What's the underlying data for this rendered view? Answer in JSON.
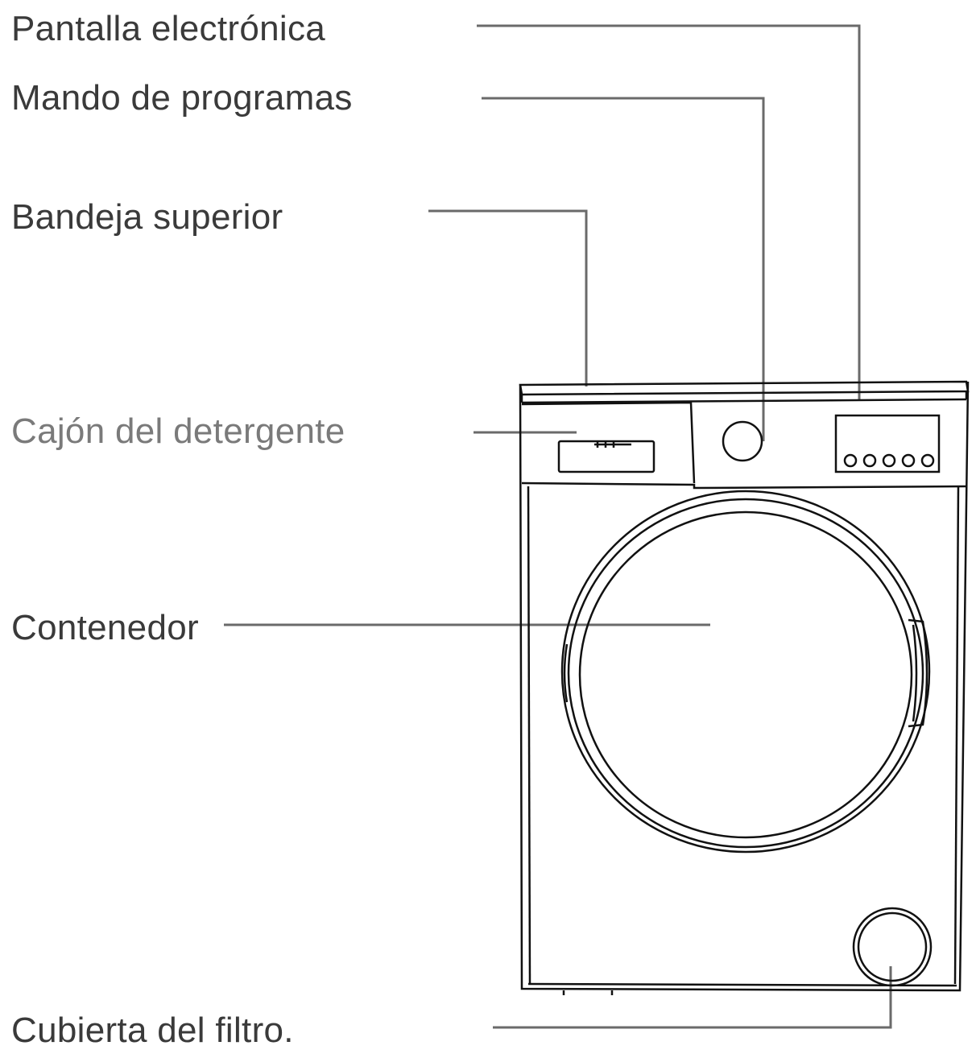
{
  "labels": {
    "display": "Pantalla electrónica",
    "program_knob": "Mando de programas",
    "top_tray": "Bandeja superior",
    "detergent_drawer": "Cajón del detergente",
    "container": "Contenedor",
    "filter_cover": "Cubierta del filtro."
  },
  "colors": {
    "label_text": "#3a3a3a",
    "label_text_muted": "#7a7a7a",
    "leader_line": "#6a6a6a",
    "machine_outline": "#111111"
  }
}
